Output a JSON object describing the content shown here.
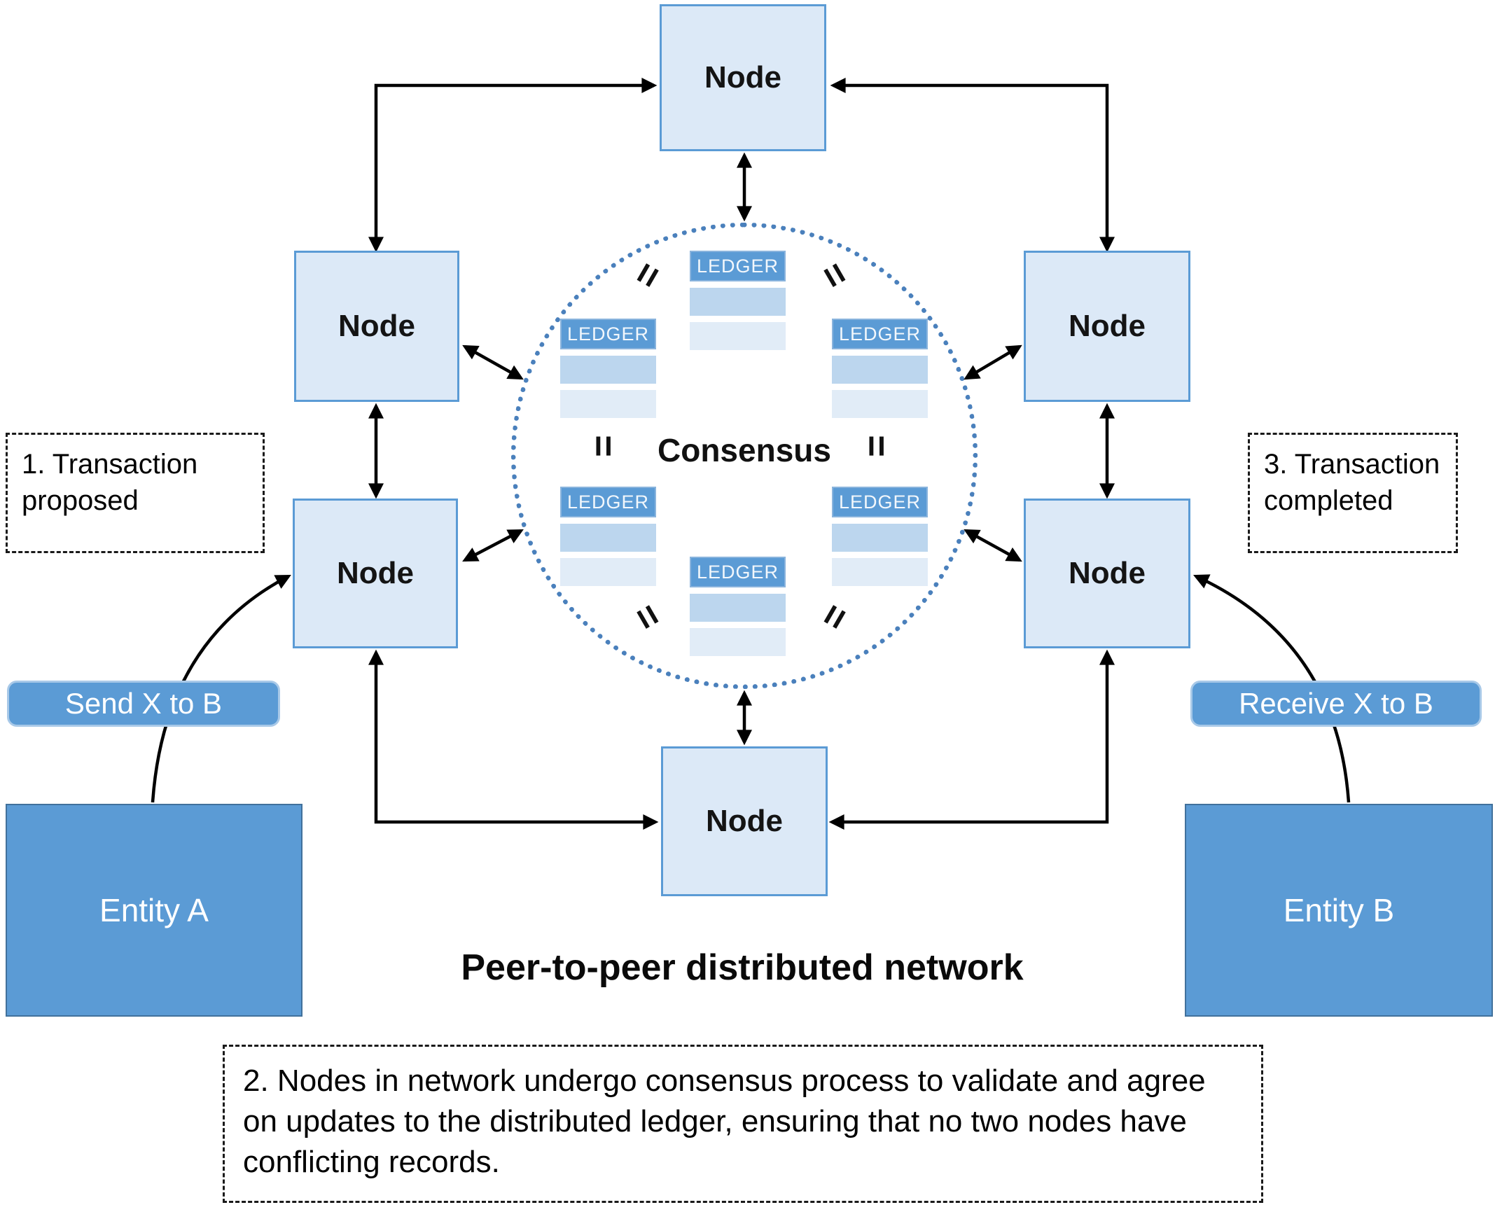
{
  "diagram": {
    "title": "Peer-to-peer distributed network",
    "node_label": "Node",
    "consensus_label": "Consensus",
    "ledger_label": "LEDGER",
    "equals_symbol": "=",
    "annotations": {
      "step1": "1. Transaction proposed",
      "step2": "2. Nodes in network undergo consensus process to validate and agree on updates to the distributed ledger, ensuring that no two nodes have conflicting records.",
      "step3": "3. Transaction completed"
    },
    "entity_a": "Entity A",
    "entity_b": "Entity B",
    "send_label": "Send X to B",
    "receive_label": "Receive X to B",
    "colors": {
      "node_fill": "#dce9f7",
      "node_border": "#5b9bd5",
      "entity_fill": "#5b9bd5",
      "ledger_header": "#5b9bd5",
      "ledger_row_dark": "#bcd6ee",
      "ledger_row_light": "#e1ecf7",
      "circle_dotted": "#4a80bc",
      "arrow": "#000000"
    }
  }
}
